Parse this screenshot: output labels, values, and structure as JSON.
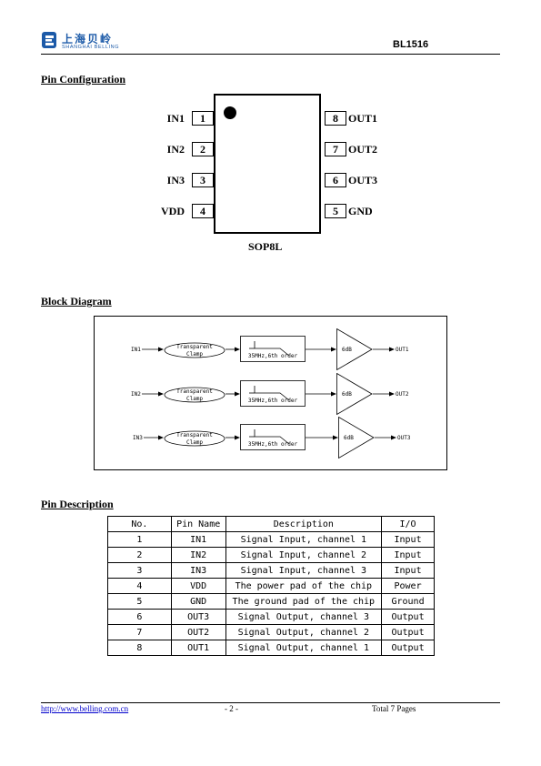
{
  "header": {
    "logo_cn": "上海贝岭",
    "logo_en": "SHANGHAI BELLING",
    "part_number": "BL1516",
    "brand_color": "#1c5aa8"
  },
  "pin_config": {
    "title": "Pin Configuration",
    "package": "SOP8L",
    "left_pins": [
      {
        "num": "1",
        "name": "IN1"
      },
      {
        "num": "2",
        "name": "IN2"
      },
      {
        "num": "3",
        "name": "IN3"
      },
      {
        "num": "4",
        "name": "VDD"
      }
    ],
    "right_pins": [
      {
        "num": "8",
        "name": "OUT1"
      },
      {
        "num": "7",
        "name": "OUT2"
      },
      {
        "num": "6",
        "name": "OUT3"
      },
      {
        "num": "5",
        "name": "GND"
      }
    ]
  },
  "block_diagram": {
    "title": "Block Diagram",
    "clamp_line1": "Transparent",
    "clamp_line2": "Clamp",
    "filter_label": "35MHz,6th order",
    "amp_label": "6dB",
    "channels": [
      {
        "in": "IN1",
        "out": "OUT1"
      },
      {
        "in": "IN2",
        "out": "OUT2"
      },
      {
        "in": "IN3",
        "out": "OUT3"
      }
    ]
  },
  "pin_description": {
    "title": "Pin Description",
    "headers": [
      "No.",
      "Pin Name",
      "Description",
      "I/O"
    ],
    "rows": [
      [
        "1",
        "IN1",
        "Signal Input, channel 1",
        "Input"
      ],
      [
        "2",
        "IN2",
        "Signal Input, channel 2",
        "Input"
      ],
      [
        "3",
        "IN3",
        "Signal Input, channel 3",
        "Input"
      ],
      [
        "4",
        "VDD",
        "The power pad of the chip",
        "Power"
      ],
      [
        "5",
        "GND",
        "The ground pad of the chip",
        "Ground"
      ],
      [
        "6",
        "OUT3",
        "Signal Output, channel 3",
        "Output"
      ],
      [
        "7",
        "OUT2",
        "Signal Output, channel 2",
        "Output"
      ],
      [
        "8",
        "OUT1",
        "Signal Output, channel 1",
        "Output"
      ]
    ]
  },
  "footer": {
    "url": "http://www.belling.com.cn",
    "page": "- 2 -",
    "total": "Total 7 Pages",
    "link_color": "#0000cc"
  }
}
